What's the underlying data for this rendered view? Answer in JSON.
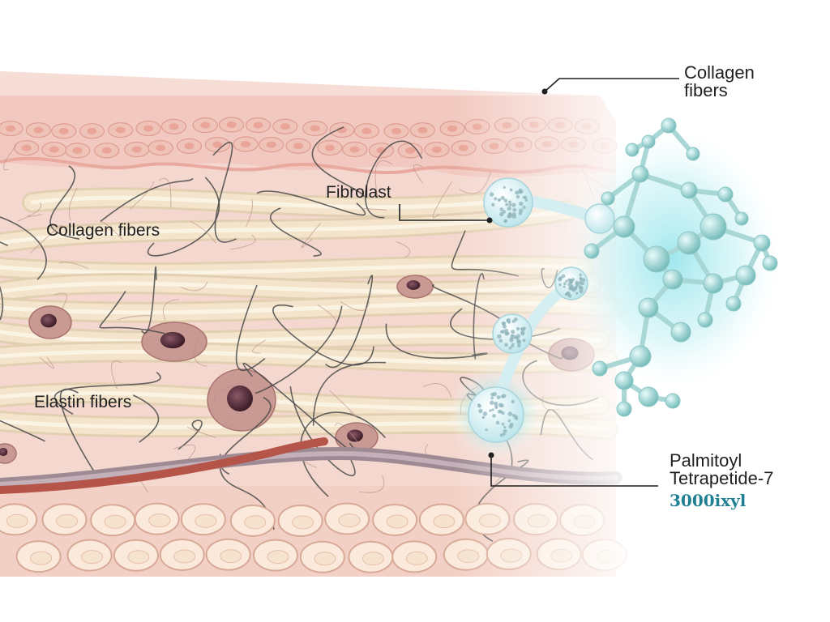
{
  "labels": {
    "collagen_top": [
      "Collagen",
      "fibers"
    ],
    "fibroblast": "Fibrolast",
    "collagen_left": "Collagen fibers",
    "elastin": "Elastin fibers",
    "peptide": [
      "Palmitoyl",
      "Tetrapetide-7"
    ],
    "brand": "3000ixyl"
  },
  "colors": {
    "epidermis": "#f4d2cb",
    "dermis": "#f3d5cc",
    "collagen_fiber": "#f3e4cb",
    "elastin_fiber": "#4a4a4a",
    "cell_body": "#c99a93",
    "nucleus": "#5a2f3a",
    "fat_cell": "#fbeadc",
    "molecule": "#7fc7c4",
    "molecule_glow": "#9fe6ec",
    "blood_vessel": "#b5554a",
    "brand": "#1f7f93"
  }
}
